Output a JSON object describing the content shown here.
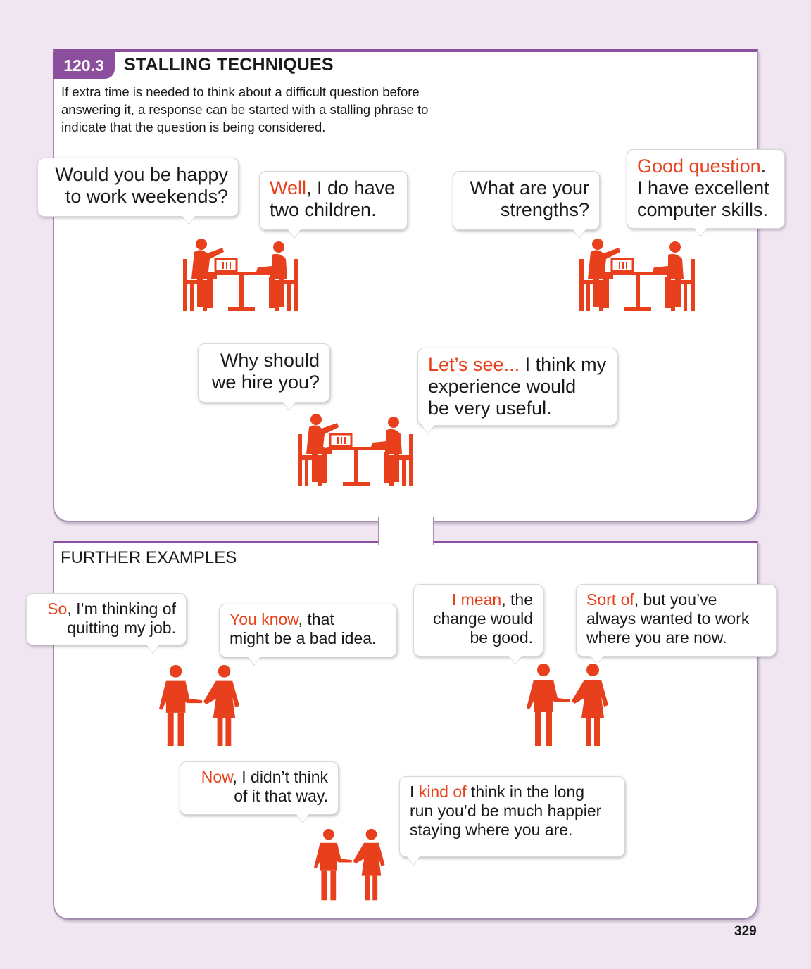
{
  "section": {
    "number": "120.3",
    "title": "STALLING TECHNIQUES",
    "intro": [
      "If extra time is needed to think about a difficult question before",
      "answering it, a response can be started with a stalling phrase to",
      "indicate that the question is being considered."
    ]
  },
  "further_title": "FURTHER EXAMPLES",
  "page_number": "329",
  "colors": {
    "accent": "#8c4f9e",
    "highlight": "#e8401c"
  },
  "bubbles": [
    {
      "lines": [
        [
          {
            "t": "Would you be happy"
          }
        ],
        [
          {
            "t": "to work weekends?"
          }
        ]
      ]
    },
    {
      "lines": [
        [
          {
            "t": "Well",
            "hl": true
          },
          {
            "t": ", I do have"
          }
        ],
        [
          {
            "t": "two children."
          }
        ]
      ]
    },
    {
      "lines": [
        [
          {
            "t": "What are your"
          }
        ],
        [
          {
            "t": "strengths?"
          }
        ]
      ]
    },
    {
      "lines": [
        [
          {
            "t": "Good question",
            "hl": true
          },
          {
            "t": "."
          }
        ],
        [
          {
            "t": "I have excellent"
          }
        ],
        [
          {
            "t": "computer skills."
          }
        ]
      ]
    },
    {
      "lines": [
        [
          {
            "t": "Why should"
          }
        ],
        [
          {
            "t": "we hire you?"
          }
        ]
      ]
    },
    {
      "lines": [
        [
          {
            "t": "Let’s see...",
            "hl": true
          },
          {
            "t": " I think my"
          }
        ],
        [
          {
            "t": "experience would"
          }
        ],
        [
          {
            "t": "be very useful."
          }
        ]
      ]
    },
    {
      "lines": [
        [
          {
            "t": "So",
            "hl": true
          },
          {
            "t": ", I’m thinking of"
          }
        ],
        [
          {
            "t": "quitting my job."
          }
        ]
      ]
    },
    {
      "lines": [
        [
          {
            "t": "You know",
            "hl": true
          },
          {
            "t": ", that"
          }
        ],
        [
          {
            "t": "might be a bad idea."
          }
        ]
      ]
    },
    {
      "lines": [
        [
          {
            "t": "I mean",
            "hl": true
          },
          {
            "t": ", the"
          }
        ],
        [
          {
            "t": "change would"
          }
        ],
        [
          {
            "t": "be good."
          }
        ]
      ]
    },
    {
      "lines": [
        [
          {
            "t": "Sort of",
            "hl": true
          },
          {
            "t": ", but you’ve"
          }
        ],
        [
          {
            "t": "always wanted to work"
          }
        ],
        [
          {
            "t": "where you are now."
          }
        ]
      ]
    },
    {
      "lines": [
        [
          {
            "t": "Now",
            "hl": true
          },
          {
            "t": ", I didn’t think"
          }
        ],
        [
          {
            "t": "of it that way."
          }
        ]
      ]
    },
    {
      "lines": [
        [
          {
            "t": "I "
          },
          {
            "t": "kind of",
            "hl": true
          },
          {
            "t": " think in the long"
          }
        ],
        [
          {
            "t": "run you’d be much happier"
          }
        ],
        [
          {
            "t": "staying where you are."
          }
        ]
      ]
    }
  ]
}
